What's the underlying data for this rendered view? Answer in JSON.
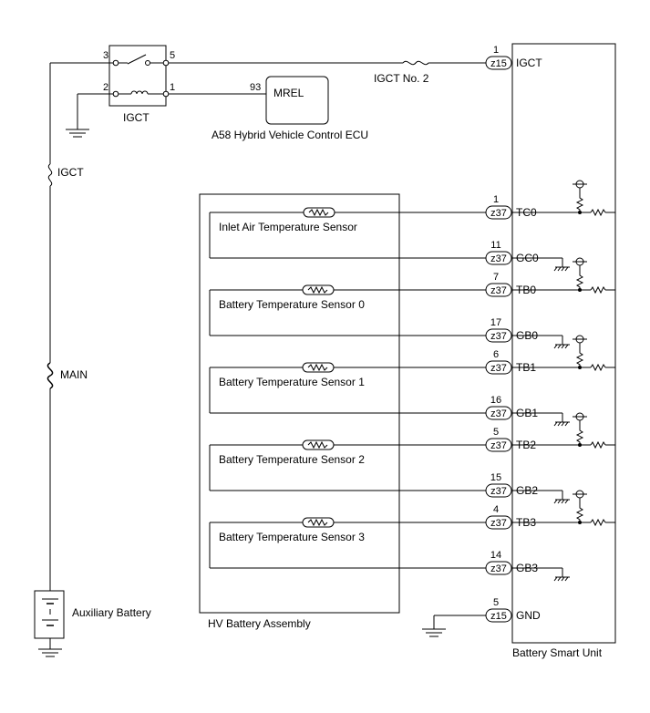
{
  "relay": {
    "name": "IGCT",
    "pins": {
      "p3": "3",
      "p5": "5",
      "p2": "2",
      "p1": "1"
    }
  },
  "ecu": {
    "pin": "93",
    "signal": "MREL",
    "name": "A58 Hybrid Vehicle Control ECU"
  },
  "fuses": {
    "igct_no2": "IGCT No. 2",
    "igct": "IGCT",
    "main": "MAIN"
  },
  "auxiliary_battery": "Auxiliary Battery",
  "hv_battery_assembly": "HV Battery Assembly",
  "battery_smart_unit": "Battery Smart Unit",
  "igct_terminal": {
    "pin": "1",
    "connector": "z15",
    "signal": "IGCT"
  },
  "gnd_terminal": {
    "pin": "5",
    "connector": "z15",
    "signal": "GND"
  },
  "sensors": [
    {
      "name": "Inlet Air Temperature Sensor",
      "t_pin": "1",
      "t_sig": "TC0",
      "g_pin": "11",
      "g_sig": "GC0",
      "connector": "z37"
    },
    {
      "name": "Battery Temperature Sensor 0",
      "t_pin": "7",
      "t_sig": "TB0",
      "g_pin": "17",
      "g_sig": "GB0",
      "connector": "z37"
    },
    {
      "name": "Battery Temperature Sensor 1",
      "t_pin": "6",
      "t_sig": "TB1",
      "g_pin": "16",
      "g_sig": "GB1",
      "connector": "z37"
    },
    {
      "name": "Battery Temperature Sensor 2",
      "t_pin": "5",
      "t_sig": "TB2",
      "g_pin": "15",
      "g_sig": "GB2",
      "connector": "z37"
    },
    {
      "name": "Battery Temperature Sensor 3",
      "t_pin": "4",
      "t_sig": "TB3",
      "g_pin": "14",
      "g_sig": "GB3",
      "connector": "z37"
    }
  ]
}
